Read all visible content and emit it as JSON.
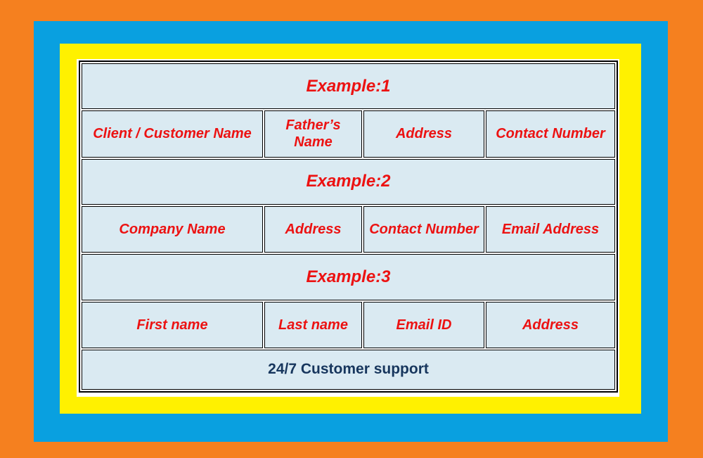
{
  "palette": {
    "orange": "#F5801F",
    "blue": "#09A0E0",
    "yellow": "#FFF100",
    "backing": "#FFFFFF",
    "cell_fill": "#DAEAF2",
    "grid_line": "#000000",
    "heading_red": "#EC1212",
    "footer_navy": "#17365D"
  },
  "sections": [
    {
      "title": "Example:1",
      "headers": [
        "Client / Customer Name",
        "Father’s Name",
        "Address",
        "Contact Number"
      ]
    },
    {
      "title": "Example:2",
      "headers": [
        "Company Name",
        "Address",
        "Contact Number",
        "Email Address"
      ]
    },
    {
      "title": "Example:3",
      "headers": [
        "First name",
        "Last name",
        "Email ID",
        "Address"
      ]
    }
  ],
  "footer": {
    "label": "24/7 Customer support"
  }
}
